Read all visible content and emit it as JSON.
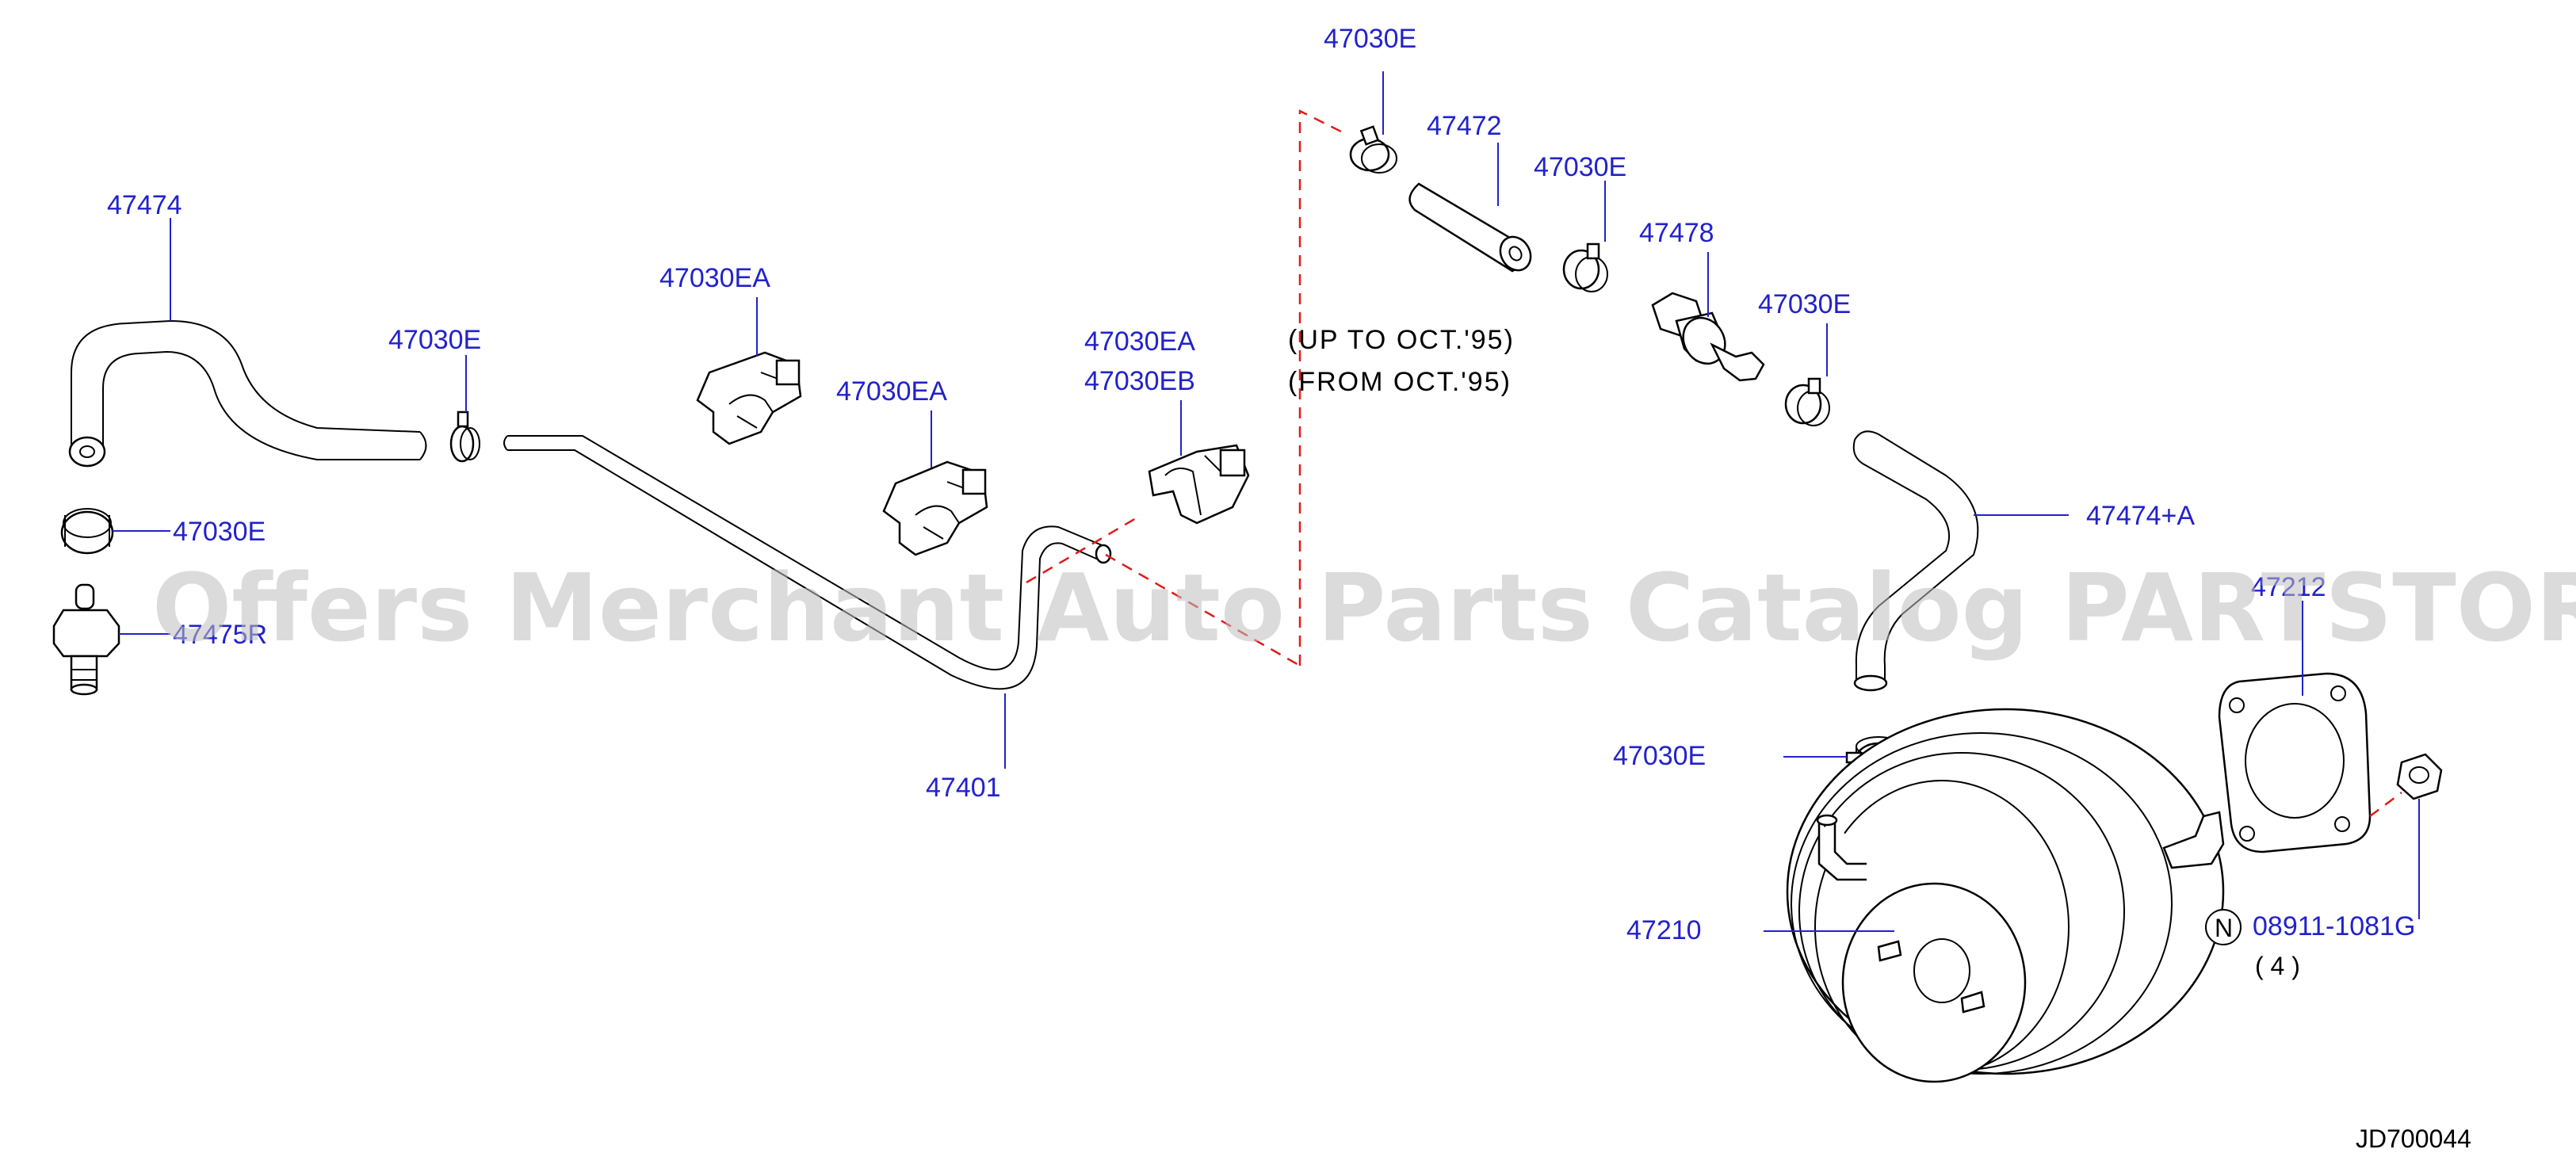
{
  "labels": {
    "p47474_top": "47474",
    "p47030E_a": "47030E",
    "p47475R": "47475R",
    "p47030E_b": "47030E",
    "p47030EA_a": "47030EA",
    "p47030EA_b": "47030EA",
    "p47030EA_c": "47030EA",
    "p47030EB": "47030EB",
    "p47401": "47401",
    "p47030E_top": "47030E",
    "p47472": "47472",
    "p47030E_c": "47030E",
    "p47478": "47478",
    "p47030E_d": "47030E",
    "p47474A": "47474+A",
    "p47212": "47212",
    "p47030E_e": "47030E",
    "p47210": "47210",
    "p08911": "08911-1081G",
    "qty": "( 4 )",
    "n_symbol": "N"
  },
  "notes": {
    "up_to": "(UP  TO  OCT.'95)",
    "from": "(FROM  OCT.'95)"
  },
  "diagram_code": "JD700044",
  "watermark": "Offers Merchant Auto Parts Catalog PARTSTORE.SA",
  "colors": {
    "label": "#2222cc",
    "dash": "#e01b1b",
    "line": "#000000",
    "watermark": "#bdbdbd"
  }
}
